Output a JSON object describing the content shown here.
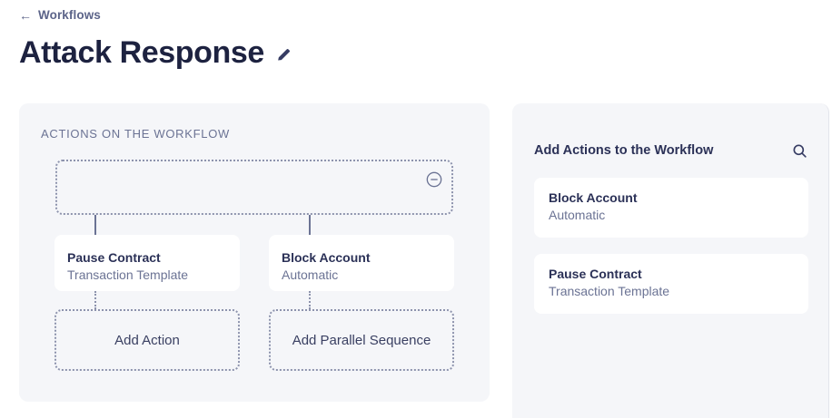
{
  "header": {
    "breadcrumb_arrow": "←",
    "breadcrumb_label": "Workflows",
    "title": "Attack Response",
    "edit_icon": "pencil-icon"
  },
  "left_panel": {
    "section_label": "ACTIONS ON THE WORKFLOW",
    "dropzone": {
      "value": "",
      "remove_icon": "minus-circle-icon"
    },
    "nodes": [
      {
        "title": "Pause Contract",
        "subtitle": "Transaction Template",
        "add_label": "Add Action"
      },
      {
        "title": "Block Account",
        "subtitle": "Automatic",
        "add_label": "Add Parallel Sequence"
      }
    ]
  },
  "right_panel": {
    "title": "Add Actions to the Workflow",
    "search_icon": "search-icon",
    "items": [
      {
        "title": "Block Account",
        "subtitle": "Automatic"
      },
      {
        "title": "Pause Contract",
        "subtitle": "Transaction Template"
      }
    ]
  },
  "colors": {
    "panel_bg": "#f5f6f9",
    "card_bg": "#ffffff",
    "title_text": "#1d2240",
    "muted_text": "#6b7394",
    "dotted_border": "#8d93ad"
  }
}
